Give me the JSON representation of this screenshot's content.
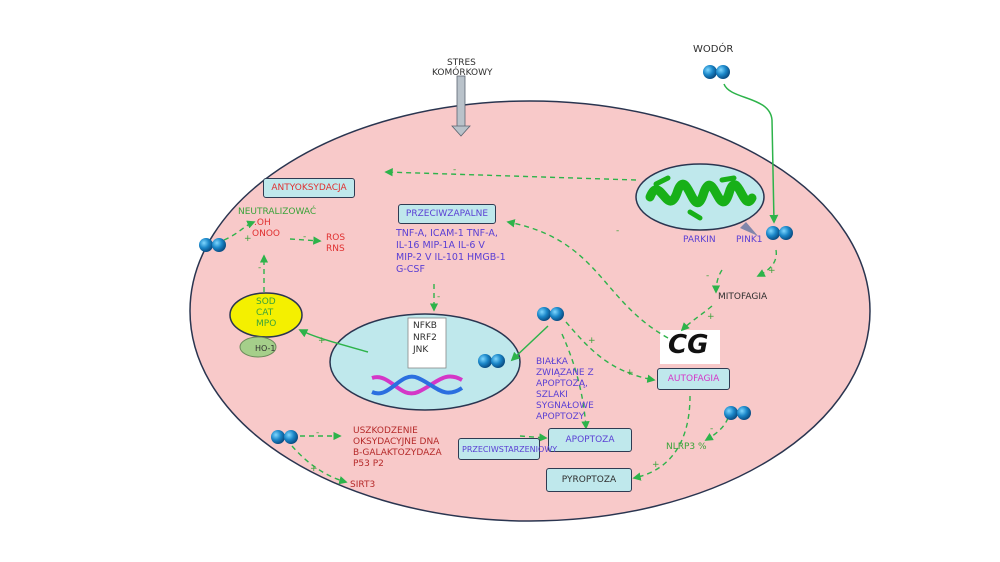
{
  "colors": {
    "cell_fill": "#f8c9c9",
    "cell_stroke": "#2a3550",
    "box_fill": "#bfe8ec",
    "arrow": "#2db34a",
    "red_text": "#e03030",
    "purple_text": "#5a3fd4",
    "dark_text": "#2f2f2f",
    "green_text": "#3aa33a",
    "magenta_text": "#d437c7"
  },
  "labels": {
    "stres": "STRES",
    "komorkowy": "KOMÓRKOWY",
    "wodor": "WODÓR",
    "antyoksydacja": "ANTYOKSYDACJA",
    "neutralizowac": "NEUTRALIZOWAĆ",
    "oh": ".OH",
    "onoo": "ONOO",
    "ros": "ROS",
    "rns": "RNS",
    "przeciwzapalne": "PRZECIWZAPALNE",
    "cytokines": [
      "TNF-A, ICAM-1 TNF-A,",
      "IL-16 MIP-1A IL-6 V",
      "MIP-2 V IL-101 HMGB-1",
      "G-CSF"
    ],
    "sod": "SOD",
    "cat": "CAT",
    "mpo": "MPO",
    "ho1": "HO-1",
    "nfkb": "NFKB",
    "nrf2": "NRF2",
    "jnk": "JNK",
    "parkin": "PARKIN",
    "pink1": "PINK1",
    "mitofagia": "MITOFAGIA",
    "cg": "CG",
    "autofagia": "AUTOFAGIA",
    "bialka": [
      "BIAŁKA",
      "ZWIĄZANE Z",
      "APOPTOZĄ,",
      "SZLAKI",
      "SYGNAŁOWE",
      "APOPTOZY"
    ],
    "apoptoza": "APOPTOZA",
    "nlrp3": "NLRP3 %",
    "pyroptoza": "PYROPTOZA",
    "uszkodzenie": [
      "USZKODZENIE",
      "OKSYDACYJNE DNA",
      "Β-GALAKTOZYDAZA",
      "P53 P2"
    ],
    "przeciwstarzeniowy": "PRZECIWSTARZENIOWY",
    "sirt3": "SIRT3",
    "plus": "+",
    "minus": "-"
  }
}
